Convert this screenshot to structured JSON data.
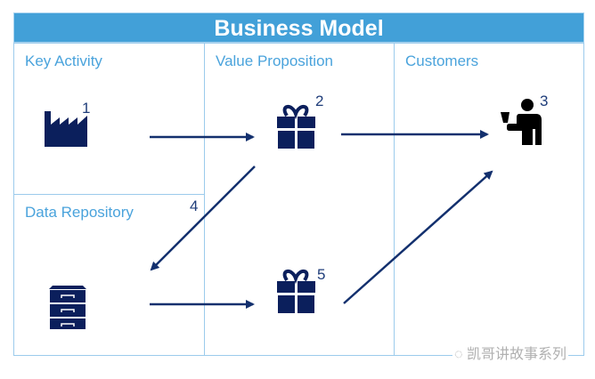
{
  "title": "Business Model",
  "sections": {
    "key_activity": {
      "label": "Key Activity",
      "icon": "factory-icon",
      "number": "1"
    },
    "value_proposition": {
      "label": "Value Proposition",
      "icon": "gift-icon",
      "number": "2"
    },
    "customers": {
      "label": "Customers",
      "icon": "customer-icon",
      "number": "3"
    },
    "data_repository": {
      "label": "Data Repository",
      "icon": "filing-cabinet-icon",
      "number": "4"
    },
    "value_proposition_2": {
      "icon": "gift-icon",
      "number": "5"
    }
  },
  "flows": [
    {
      "from": "Key Activity",
      "to": "Value Proposition (2)"
    },
    {
      "from": "Value Proposition (2)",
      "to": "Customers"
    },
    {
      "from": "Value Proposition (2)",
      "to": "Data Repository"
    },
    {
      "from": "Data Repository",
      "to": "Value Proposition (5)"
    },
    {
      "from": "Value Proposition (5)",
      "to": "Customers"
    }
  ],
  "colors": {
    "header": "#42a0d8",
    "border": "#9ccbec",
    "label": "#4aa3dc",
    "icon": "#0b1f5c",
    "arrow": "#13306e"
  },
  "watermark": "凯哥讲故事系列"
}
